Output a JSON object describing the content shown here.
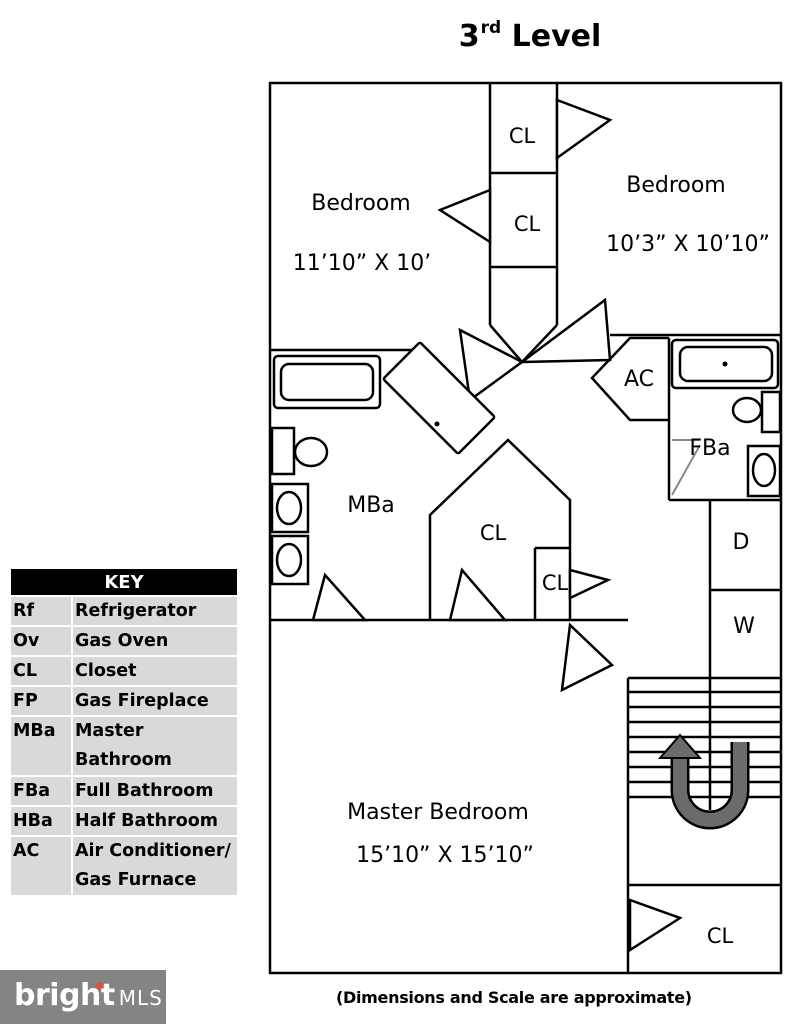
{
  "title": {
    "main": "3",
    "sup": "rd",
    "rest": " Level"
  },
  "rooms": {
    "bedroom_left": {
      "name": "Bedroom",
      "dims": "11’10” X 10’"
    },
    "bedroom_right": {
      "name": "Bedroom",
      "dims": "10’3” X 10’10”"
    },
    "master_bath": {
      "name": "MBa"
    },
    "full_bath": {
      "name": "FBa"
    },
    "ac": {
      "name": "AC"
    },
    "dryer": {
      "name": "D"
    },
    "washer": {
      "name": "W"
    },
    "master_bedroom": {
      "name": "Master Bedroom",
      "dims": "15’10” X 15’10”"
    }
  },
  "closets": [
    "CL",
    "CL",
    "CL",
    "CL",
    "CL"
  ],
  "key": {
    "header": "KEY",
    "rows": [
      {
        "abbr": "Rf",
        "def": "Refrigerator"
      },
      {
        "abbr": "Ov",
        "def": "Gas Oven"
      },
      {
        "abbr": "CL",
        "def": "Closet"
      },
      {
        "abbr": "FP",
        "def": "Gas Fireplace"
      },
      {
        "abbr": "MBa",
        "def": "Master",
        "def2": "Bathroom"
      },
      {
        "abbr": "FBa",
        "def": "Full Bathroom"
      },
      {
        "abbr": "HBa",
        "def": "Half Bathroom"
      },
      {
        "abbr": "AC",
        "def": "Air Conditioner/",
        "def2": "Gas Furnace"
      }
    ]
  },
  "footnote": "(Dimensions and Scale are approximate)",
  "watermark": {
    "brand": "bright",
    "suffix": "MLS"
  },
  "colors": {
    "stair_arrow": "#6b6b6b",
    "key_cell": "#d9d9d9",
    "key_header": "#000000"
  }
}
